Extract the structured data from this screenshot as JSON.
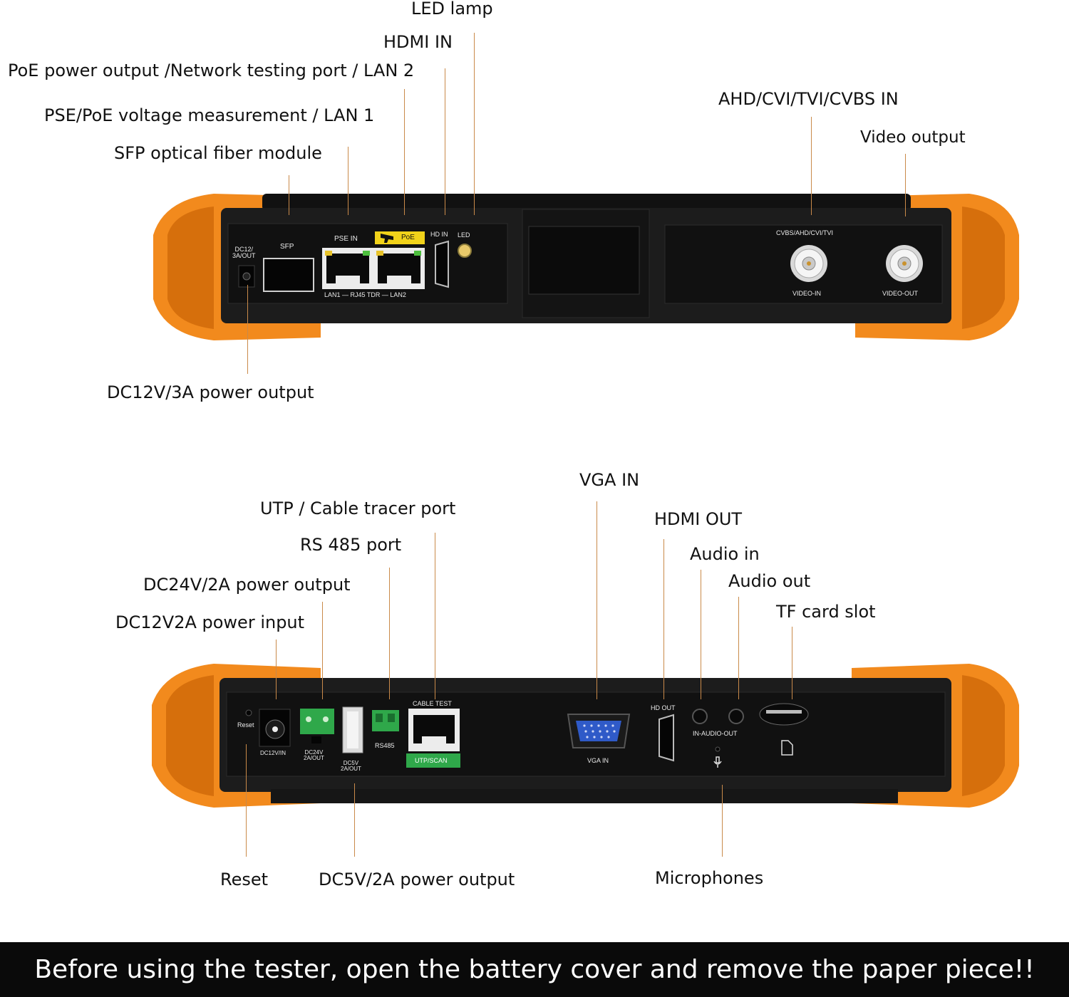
{
  "top_view": {
    "callouts": {
      "led_lamp": "LED lamp",
      "hdmi_in": "HDMI IN",
      "poe_lan2": "PoE power output /Network testing port / LAN 2",
      "pse_lan1": "PSE/PoE voltage measurement / LAN 1",
      "sfp": "SFP optical fiber module",
      "dc12_out": "DC12V/3A power output",
      "ahd_in": "AHD/CVI/TVI/CVBS IN",
      "video_out": "Video output"
    },
    "panel_labels": {
      "dc12_out": "DC12/\n3A/OUT",
      "sfp": "SFP",
      "pse_in": "PSE IN",
      "poe": "PoE",
      "hd_in": "HD IN",
      "led": "LED",
      "rj45": "LAN1 — RJ45 TDR — LAN2",
      "cvbs": "CVBS/AHD/CVI/TVI",
      "video_in": "VIDEO-IN",
      "video_out": "VIDEO-OUT"
    }
  },
  "bottom_view": {
    "callouts": {
      "vga_in": "VGA IN",
      "utp": "UTP / Cable tracer port",
      "hdmi_out": "HDMI OUT",
      "rs485": "RS 485 port",
      "audio_in": "Audio in",
      "dc24": "DC24V/2A power output",
      "audio_out": "Audio out",
      "tf": "TF card slot",
      "dc12_in": "DC12V2A power input",
      "reset": "Reset",
      "dc5": "DC5V/2A power output",
      "mic": "Microphones"
    },
    "panel_labels": {
      "reset": "Reset",
      "dc12vin": "DC12V/IN",
      "dc24": "DC24V\n2A/OUT",
      "dc5": "DC5V\n2A/OUT",
      "rs485": "RS485",
      "cable_test": "CABLE TEST",
      "utp_scan": "UTP/SCAN",
      "vga_in": "VGA IN",
      "hd_out": "HD OUT",
      "audio": "IN-AUDIO-OUT"
    }
  },
  "banner": "Before using the tester, open the battery cover and remove the paper piece!!",
  "colors": {
    "orange": "#f28a1d",
    "body": "#1c1c1c",
    "panel": "#101010",
    "leader": "#c98a4a",
    "green_terminal": "#2fa84a",
    "poe_badge": "#f1d21a",
    "vga_blue": "#2f5ac8"
  }
}
